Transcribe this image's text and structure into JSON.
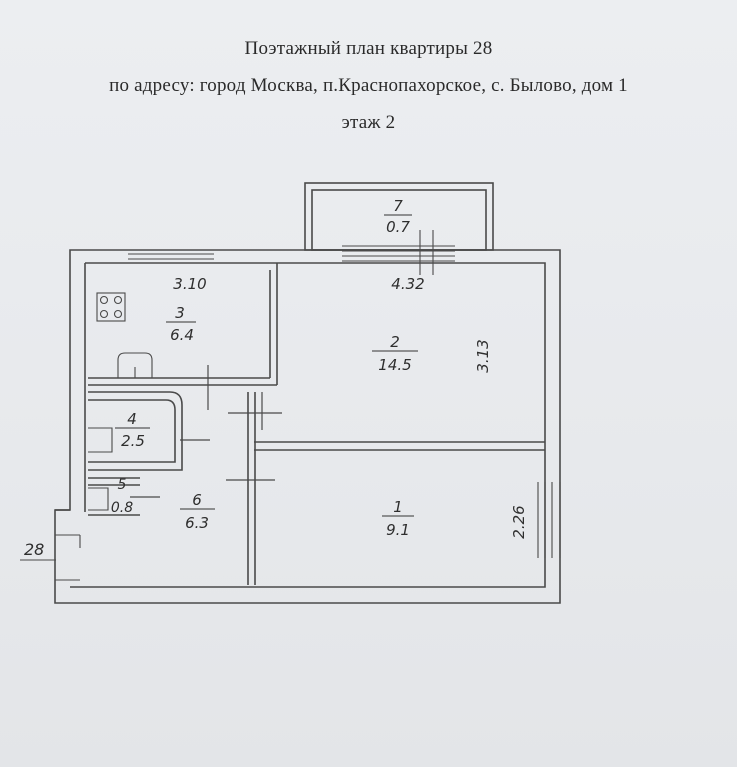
{
  "header": {
    "title": "Поэтажный план квартиры 28",
    "address": "по адресу: город Москва, п.Краснопахорское, с. Былово, дом 1",
    "floor": "этаж 2"
  },
  "rooms": [
    {
      "number": "7",
      "area": "0.7"
    },
    {
      "number": "3",
      "area": "6.4"
    },
    {
      "number": "2",
      "area": "14.5"
    },
    {
      "number": "4",
      "area": "2.5"
    },
    {
      "number": "5",
      "area": "0.8"
    },
    {
      "number": "6",
      "area": "6.3"
    },
    {
      "number": "1",
      "area": "9.1"
    }
  ],
  "dimensions": {
    "kitchen_width": "3.10",
    "room2_width": "4.32",
    "room2_depth": "3.13",
    "room1_depth": "2.26",
    "apartment_number": "28"
  }
}
